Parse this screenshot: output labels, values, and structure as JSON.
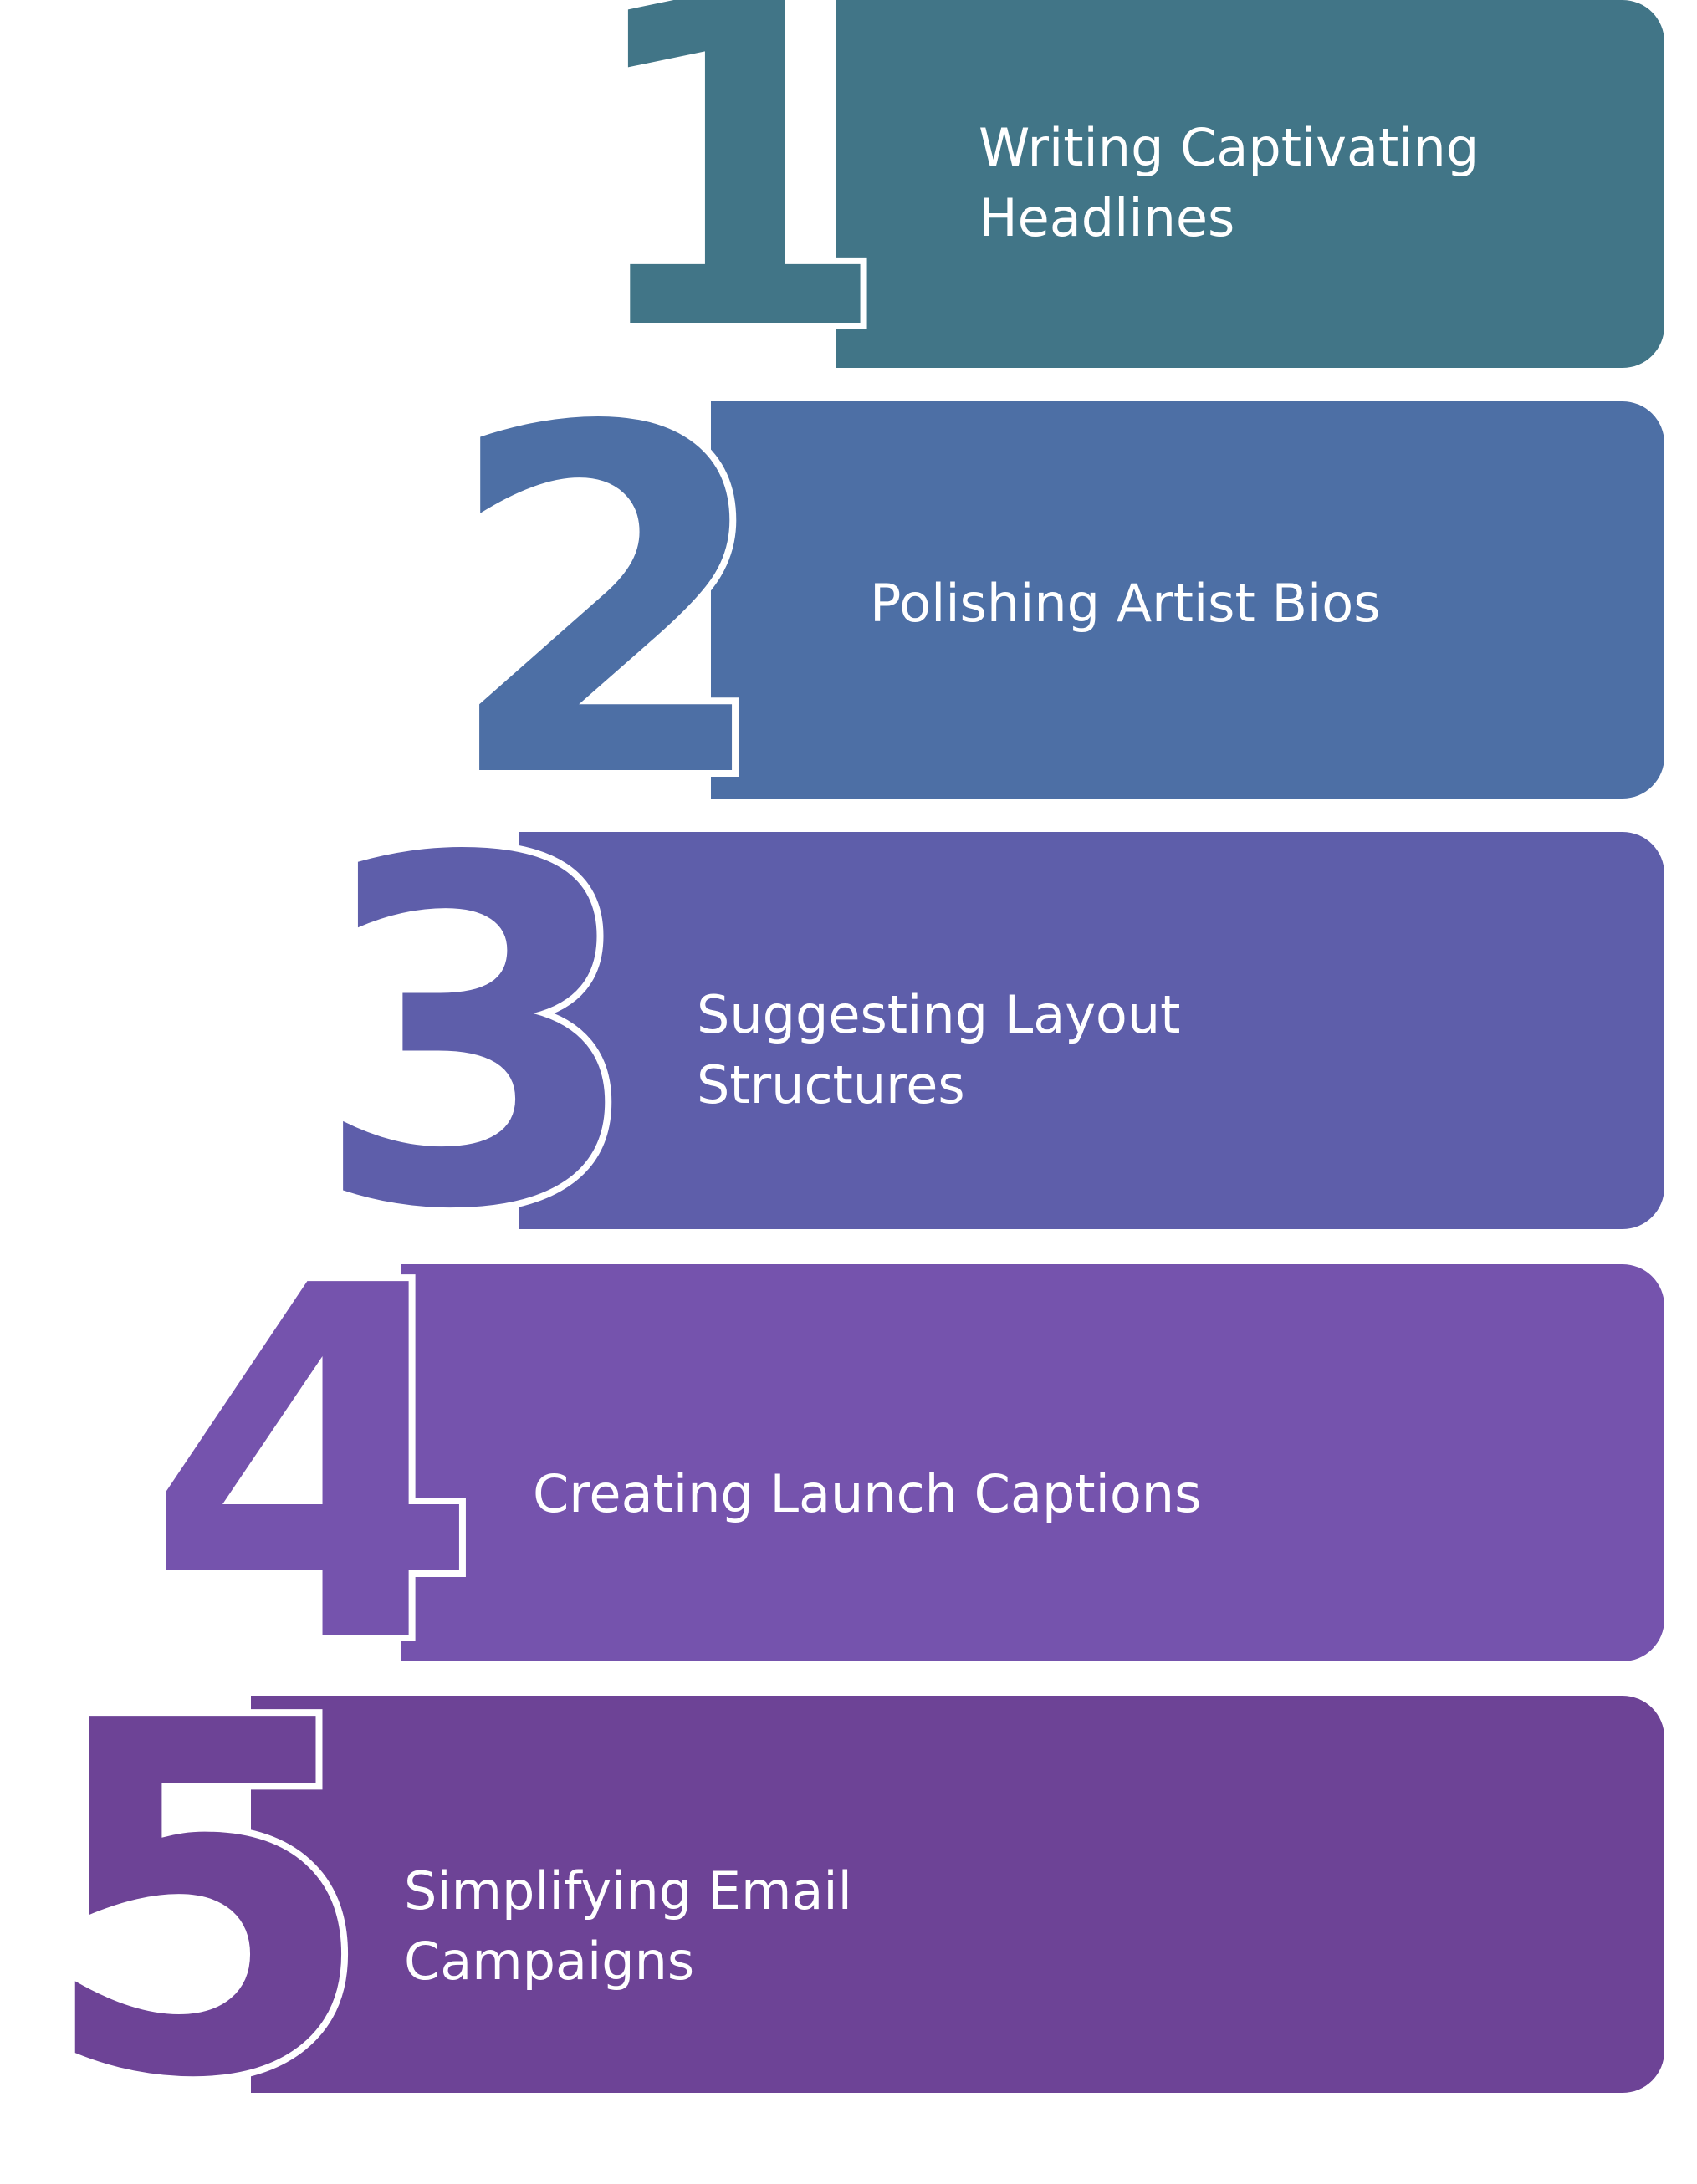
{
  "steps": [
    {
      "number": "1",
      "label": "Writing Captivating\nHeadlines",
      "color": "#417587"
    },
    {
      "number": "2",
      "label": "Polishing Artist Bios",
      "color": "#4d6fa5"
    },
    {
      "number": "3",
      "label": "Suggesting Layout\nStructures",
      "color": "#5e5eaa"
    },
    {
      "number": "4",
      "label": "Creating Launch Captions",
      "color": "#7553ad"
    },
    {
      "number": "5",
      "label": "Simplifying Email\nCampaigns",
      "color": "#6d4396"
    }
  ]
}
